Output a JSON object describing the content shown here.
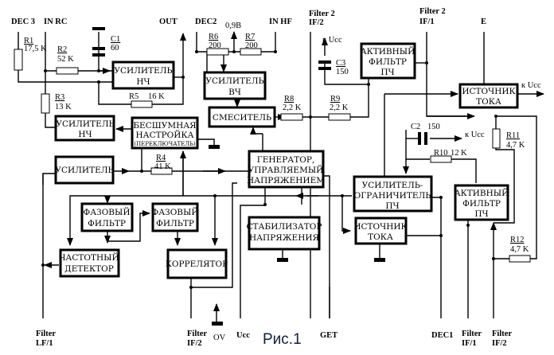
{
  "figure_caption": "Рис.1",
  "pins": {
    "dec3": "DEC 3",
    "in_rc": "IN RC",
    "out": "OUT",
    "dec2": "DEC2",
    "v09": "0,9В",
    "in_hf": "IN HF",
    "filter2_if2_top": [
      "Filter 2",
      "IF/2"
    ],
    "filter2_if1_top": [
      "Filter 2",
      "IF/1"
    ],
    "e": "E",
    "ucc_c3": "к Ucc",
    "ucc_src": "к Ucc",
    "ucc_c2": "к Ucc",
    "filter_lf1": [
      "Filter",
      "LF/1"
    ],
    "filter_if2_bottom_left": [
      "Filter",
      "IF/2"
    ],
    "ov": "OV",
    "ucc_bottom": "Ucc",
    "get": "GET",
    "dec1": "DEC1",
    "filter_if1_bottom": [
      "Filter",
      "IF/1"
    ],
    "filter_if2_bottom": [
      "Filter",
      "IF/2"
    ]
  },
  "components": {
    "r1": {
      "name": "R1",
      "value": "17,5 K"
    },
    "r2": {
      "name": "R2",
      "value": "52 K"
    },
    "r3": {
      "name": "R3",
      "value": "13 K"
    },
    "r4": {
      "name": "R4",
      "value": "41 K"
    },
    "r5": {
      "name": "R5",
      "value": "16 K"
    },
    "r6": {
      "name": "R6",
      "value": "200"
    },
    "r7": {
      "name": "R7",
      "value": "200"
    },
    "r8": {
      "name": "R8",
      "value": "2,2 K"
    },
    "r9": {
      "name": "R9",
      "value": "2,2 K"
    },
    "r10": {
      "name": "R10",
      "value": "12 K"
    },
    "r11": {
      "name": "R11",
      "value": "4,7 K"
    },
    "r12": {
      "name": "R12",
      "value": "4,7 K"
    },
    "c1": {
      "name": "C1",
      "value": "60"
    },
    "c2": {
      "name": "C2",
      "value": "150"
    },
    "c3": {
      "name": "C3",
      "value": "150"
    }
  },
  "blocks": {
    "amp_lf_top": [
      "УСИЛИТЕЛЬ",
      "НЧ"
    ],
    "amp_lf_left": [
      "УСИЛИТЕЛЬ",
      "НЧ"
    ],
    "amp_hf": [
      "УСИЛИТЕЛЬ",
      "ВЧ"
    ],
    "mixer": [
      "СМЕСИТЕЛЬ"
    ],
    "active_filter_if_top": [
      "АКТИВНЫЙ",
      "ФИЛЬТР",
      "ПЧ"
    ],
    "current_source_top": [
      "ИСТОЧНИК",
      "ТОКА"
    ],
    "silent_tuning": [
      "БЕСШУМНАЯ",
      "НАСТРОЙКА",
      "(ПЕРЕКЛЮЧАТЕЛЬ)"
    ],
    "amplifier": [
      "УСИЛИТЕЛЬ"
    ],
    "vco": [
      "ГЕНЕРАТОР,",
      "УПРАВЛЯЕМЫЙ",
      "НАПРЯЖЕНИЕМ"
    ],
    "limiter_amp_if": [
      "УСИЛИТЕЛЬ-",
      "ОГРАНИЧИТЕЛЬ",
      "ПЧ"
    ],
    "active_filter_if_right": [
      "АКТИВНЫЙ",
      "ФИЛЬТР",
      "ПЧ"
    ],
    "phase_filter_1": [
      "ФАЗОВЫЙ",
      "ФИЛЬТР"
    ],
    "phase_filter_2": [
      "ФАЗОВЫЙ",
      "ФИЛЬТР"
    ],
    "freq_detector": [
      "ЧАСТОТНЫЙ",
      "ДЕТЕКТОР"
    ],
    "correlator": [
      "КОРРЕЛЯТОР"
    ],
    "voltage_stabilizer": [
      "СТАБИЛИЗАТОР",
      "НАПРЯЖЕНИЯ"
    ],
    "current_source_bottom": [
      "ИСТОЧНИК",
      "ТОКА"
    ]
  }
}
